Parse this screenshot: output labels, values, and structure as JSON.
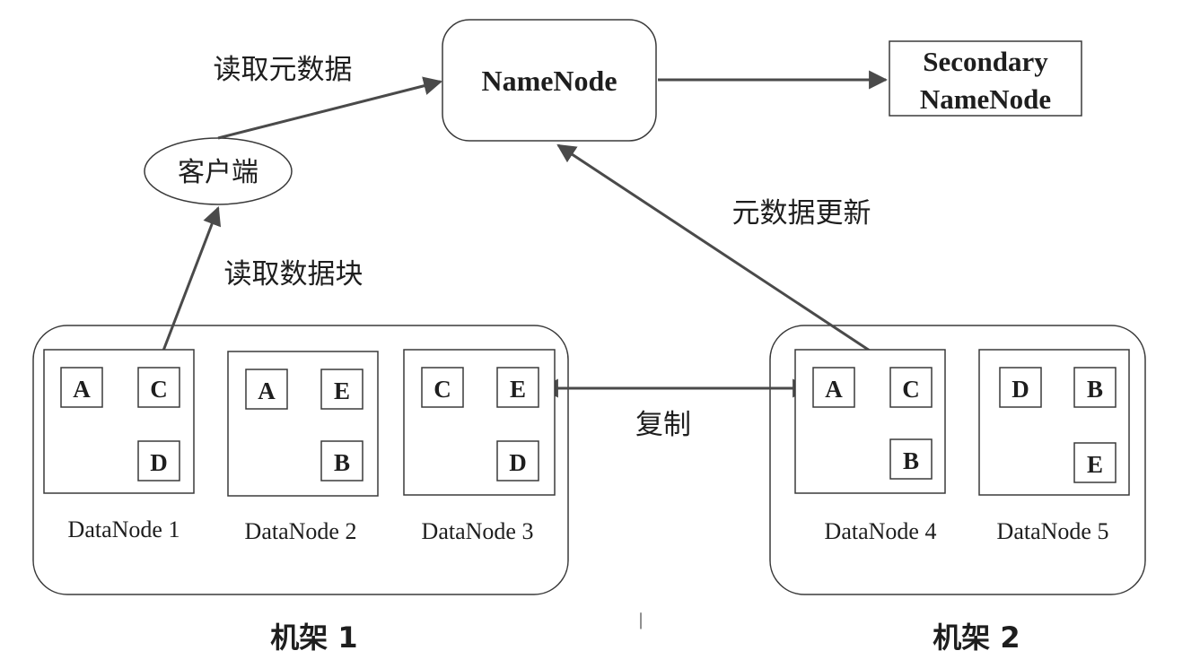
{
  "namenode": {
    "label": "NameNode"
  },
  "secondary": {
    "line1": "Secondary",
    "line2": "NameNode"
  },
  "client": {
    "label": "客户端"
  },
  "edges": {
    "read_metadata": "读取元数据",
    "read_block": "读取数据块",
    "metadata_update": "元数据更新",
    "replicate": "复制"
  },
  "racks": [
    {
      "label": "机架 1"
    },
    {
      "label": "机架 2"
    }
  ],
  "datanodes": [
    {
      "label": "DataNode 1",
      "blocks": [
        "A",
        "C",
        "D"
      ]
    },
    {
      "label": "DataNode 2",
      "blocks": [
        "A",
        "E",
        "B"
      ]
    },
    {
      "label": "DataNode 3",
      "blocks": [
        "C",
        "E",
        "D"
      ]
    },
    {
      "label": "DataNode 4",
      "blocks": [
        "A",
        "C",
        "B"
      ]
    },
    {
      "label": "DataNode 5",
      "blocks": [
        "D",
        "B",
        "E"
      ]
    }
  ],
  "separator": "|"
}
